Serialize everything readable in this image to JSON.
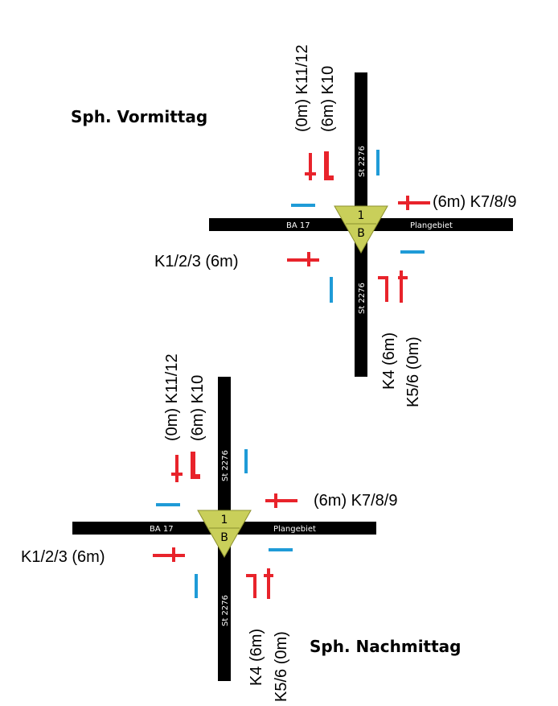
{
  "colors": {
    "road": "#000000",
    "road_text": "#ffffff",
    "signal_fill": "#c9cf5a",
    "signal_stroke": "#7a7d2a",
    "red": "#e8232b",
    "blue": "#1f9bd7",
    "text": "#000000"
  },
  "junctions": [
    {
      "title": "Sph. Vormittag",
      "signal_num": "1",
      "signal_letter": "B",
      "road_west": "BA 17",
      "road_east": "Plangebiet",
      "road_north": "St 2276",
      "road_south": "St 2276",
      "label_k1": "K1/2/3 (6m)",
      "label_k4": "K4 (6m)",
      "label_k56": "K5/6 (0m)",
      "label_k789": "(6m) K7/8/9",
      "label_k10": "(6m) K10",
      "label_k1112": "(0m) K11/12"
    },
    {
      "title": "Sph. Nachmittag",
      "signal_num": "1",
      "signal_letter": "B",
      "road_west": "BA 17",
      "road_east": "Plangebiet",
      "road_north": "St 2276",
      "road_south": "St 2276",
      "label_k1": "K1/2/3 (6m)",
      "label_k4": "K4 (6m)",
      "label_k56": "K5/6 (0m)",
      "label_k789": "(6m) K7/8/9",
      "label_k10": "(6m) K10",
      "label_k1112": "(0m) K11/12"
    }
  ]
}
